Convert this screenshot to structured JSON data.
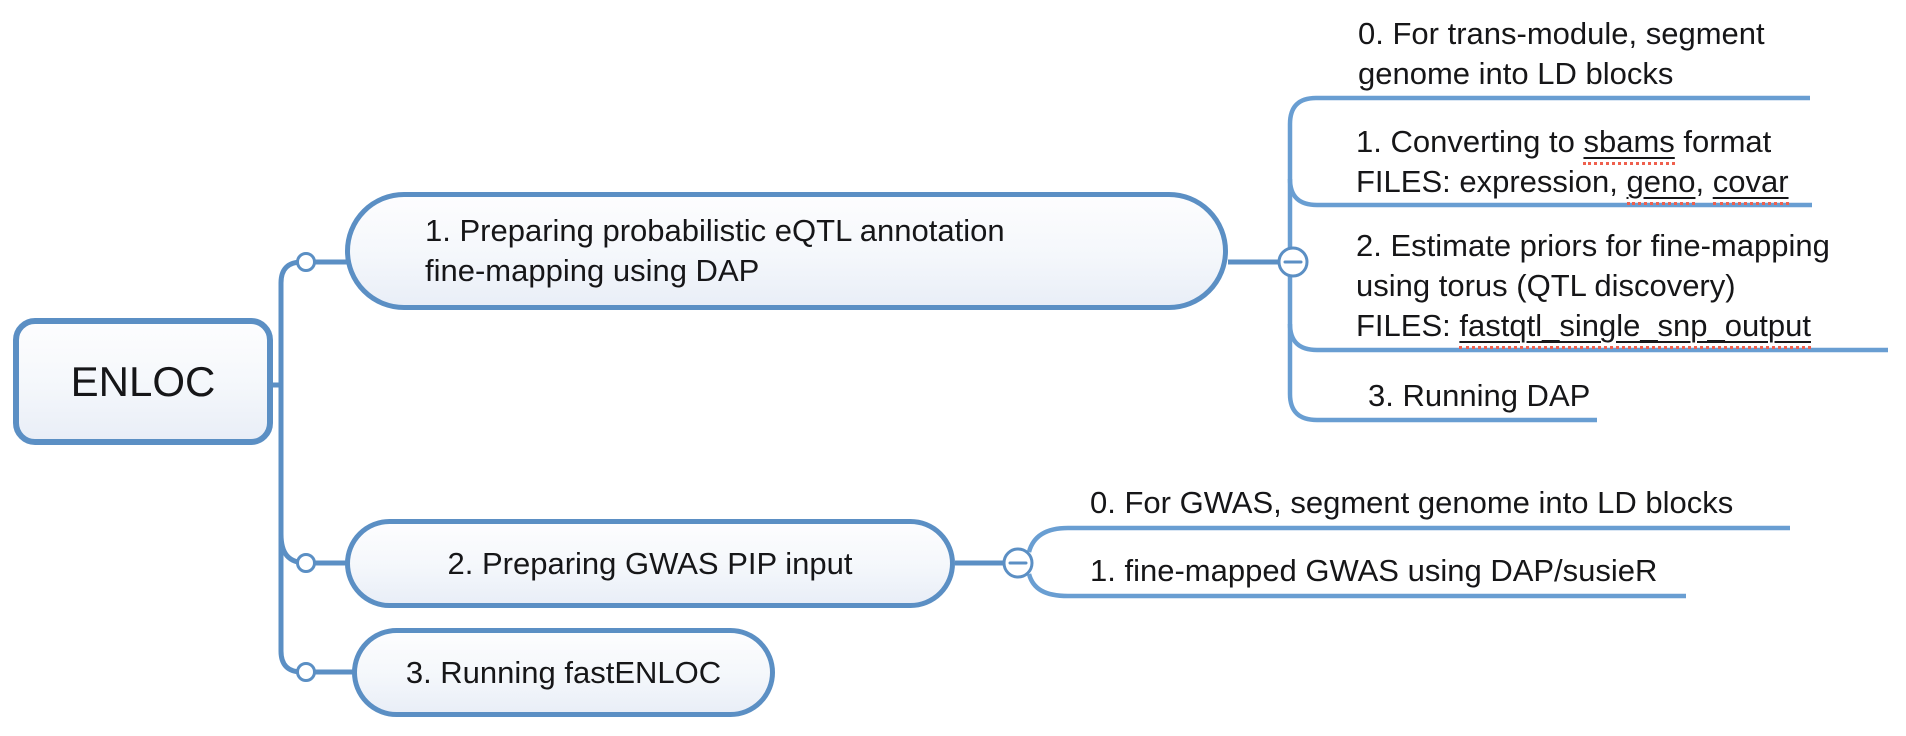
{
  "colors": {
    "line": "#5b8fc4",
    "leaf_line": "#699ed2",
    "text": "#161618",
    "spellcheck": "#ef604e",
    "node_fill_top": "#fdfdfe",
    "node_fill_bottom": "#e9eef7",
    "background": "#ffffff"
  },
  "icons": {
    "collapse": "minus-icon",
    "branch_point": "circle-dot-icon"
  },
  "root": {
    "label": "ENLOC"
  },
  "nodes": [
    {
      "id": "node-1",
      "label": "1. Preparing probabilistic eQTL annotation\nfine-mapping using DAP"
    },
    {
      "id": "node-2",
      "label": "2. Preparing GWAS PIP input"
    },
    {
      "id": "node-3",
      "label": "3. Running fastENLOC"
    }
  ],
  "leaves": [
    {
      "parent": "node-1",
      "segments": [
        {
          "text": "0. For trans-module, segment\ngenome into LD blocks"
        }
      ]
    },
    {
      "parent": "node-1",
      "segments": [
        {
          "text": "1. Converting to "
        },
        {
          "text": "sbams",
          "underline": true
        },
        {
          "text": " format\nFILES: expression, "
        },
        {
          "text": "geno",
          "underline": true
        },
        {
          "text": ", "
        },
        {
          "text": "covar",
          "underline": true
        }
      ]
    },
    {
      "parent": "node-1",
      "segments": [
        {
          "text": "2. Estimate priors for fine-mapping\nusing torus (QTL discovery)\nFILES: "
        },
        {
          "text": "fastqtl_single_snp_output",
          "underline": true
        }
      ]
    },
    {
      "parent": "node-1",
      "segments": [
        {
          "text": "3. Running DAP"
        }
      ]
    },
    {
      "parent": "node-2",
      "segments": [
        {
          "text": "0. For GWAS, segment genome into LD blocks"
        }
      ]
    },
    {
      "parent": "node-2",
      "segments": [
        {
          "text": "1. fine-mapped GWAS using DAP/susieR"
        }
      ]
    }
  ]
}
